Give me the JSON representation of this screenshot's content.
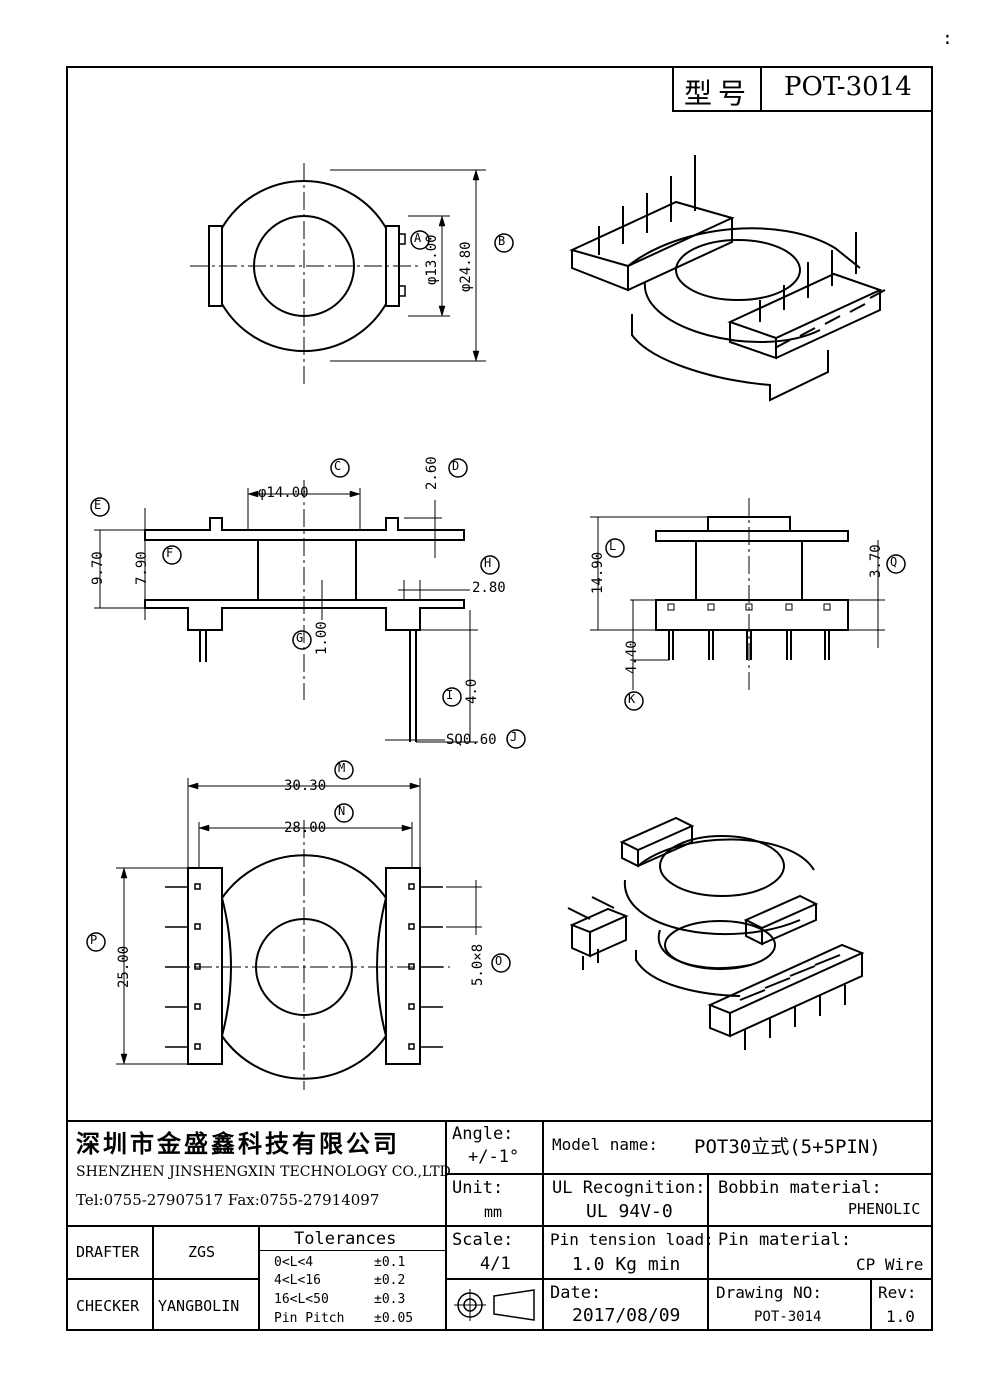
{
  "corner_mark": ":",
  "header": {
    "model_label": "型号",
    "model_value": "POT-3014"
  },
  "dimensions": {
    "a": "A",
    "b": "B",
    "c": "C",
    "d": "D",
    "e": "E",
    "f": "F",
    "g": "G",
    "h": "H",
    "i": "I",
    "j": "J",
    "k": "K",
    "l": "L",
    "m": "M",
    "n": "N",
    "o": "O",
    "p": "P",
    "q": "Q",
    "a_val": "φ13.00",
    "b_val": "φ24.80",
    "c_val": "φ14.00",
    "d_val": "2.60",
    "e_val": "9.70",
    "f_val": "7.90",
    "g_val": "1.00",
    "h_val": "2.80",
    "i_val": "4.0",
    "j_val": "SQ0.60",
    "l_val": "14.90",
    "q_val": "3.70",
    "k_val": "4.40",
    "m_val": "30.30",
    "n_val": "28.00",
    "o_val": "5.0×8",
    "p_val": "25.00"
  },
  "title_block": {
    "company_cn": "深圳市金盛鑫科技有限公司",
    "company_en": "SHENZHEN JINSHENGXIN TECHNOLOGY CO.,LTD",
    "tel_fax": "Tel:0755-27907517  Fax:0755-27914097",
    "angle_label": "Angle:",
    "angle_value": "+/-1°",
    "model_name_label": "Model name:",
    "model_name_value": "POT30立式(5+5PIN)",
    "unit_label": "Unit:",
    "unit_value": "mm",
    "ul_label": "UL Recognition:",
    "ul_value": "UL 94V-0",
    "bobbin_label": "Bobbin material:",
    "bobbin_value": "PHENOLIC",
    "drafter_label": "DRAFTER",
    "drafter_value": "ZGS",
    "checker_label": "CHECKER",
    "checker_value": "YANGBOLIN",
    "tolerances_title": "Tolerances",
    "tol_rows": [
      {
        "range": "0<L<4",
        "value": "±0.1"
      },
      {
        "range": "4<L<16",
        "value": "±0.2"
      },
      {
        "range": "16<L<50",
        "value": "±0.3"
      },
      {
        "range": "Pin Pitch",
        "value": "±0.05"
      }
    ],
    "scale_label": "Scale:",
    "scale_value": "4/1",
    "pin_tension_label": "Pin tension load:",
    "pin_tension_value": "1.0 Kg min",
    "pin_material_label": "Pin material:",
    "pin_material_value": "CP Wire",
    "date_label": "Date:",
    "date_value": "2017/08/09",
    "drawing_no_label": "Drawing NO:",
    "drawing_no_value": "POT-3014",
    "rev_label": "Rev:",
    "rev_value": "1.0"
  }
}
